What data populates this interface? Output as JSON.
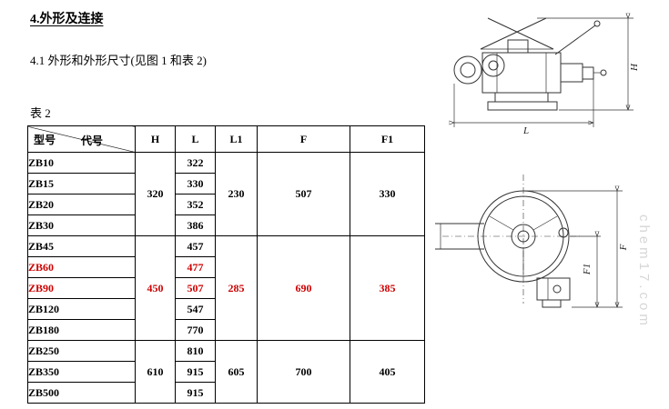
{
  "document": {
    "heading": "4.外形及连接",
    "subheading": "4.1 外形和外形尺寸(见图 1 和表 2)",
    "table_caption": "表 2"
  },
  "table": {
    "corner": {
      "row_label": "型号",
      "col_label": "代号"
    },
    "columns": [
      "H",
      "L",
      "L1",
      "F",
      "F1"
    ],
    "rows": [
      {
        "model": "ZB10",
        "L": "322"
      },
      {
        "model": "ZB15",
        "L": "330"
      },
      {
        "model": "ZB20",
        "L": "352"
      },
      {
        "model": "ZB30",
        "L": "386"
      },
      {
        "model": "ZB45",
        "L": "457"
      },
      {
        "model": "ZB60",
        "L": "477"
      },
      {
        "model": "ZB90",
        "L": "507"
      },
      {
        "model": "ZB120",
        "L": "547"
      },
      {
        "model": "ZB180",
        "L": "770"
      },
      {
        "model": "ZB250",
        "L": "810"
      },
      {
        "model": "ZB350",
        "L": "915"
      },
      {
        "model": "ZB500",
        "L": "915"
      }
    ],
    "groups": [
      {
        "H": "320",
        "L1": "230",
        "F": "507",
        "F1": "330"
      },
      {
        "H": "450",
        "L1": "285",
        "F": "690",
        "F1": "385"
      },
      {
        "H": "610",
        "L1": "605",
        "F": "700",
        "F1": "405"
      }
    ]
  },
  "figures": {
    "side_view": {
      "dim_height": "H",
      "dim_length": "L"
    },
    "front_view": {
      "dim_f": "F",
      "dim_f1": "F1"
    }
  },
  "watermark": "chem17.com",
  "colors": {
    "highlight": "#cc0000",
    "text": "#000000",
    "watermark": "#d6d6d6"
  }
}
